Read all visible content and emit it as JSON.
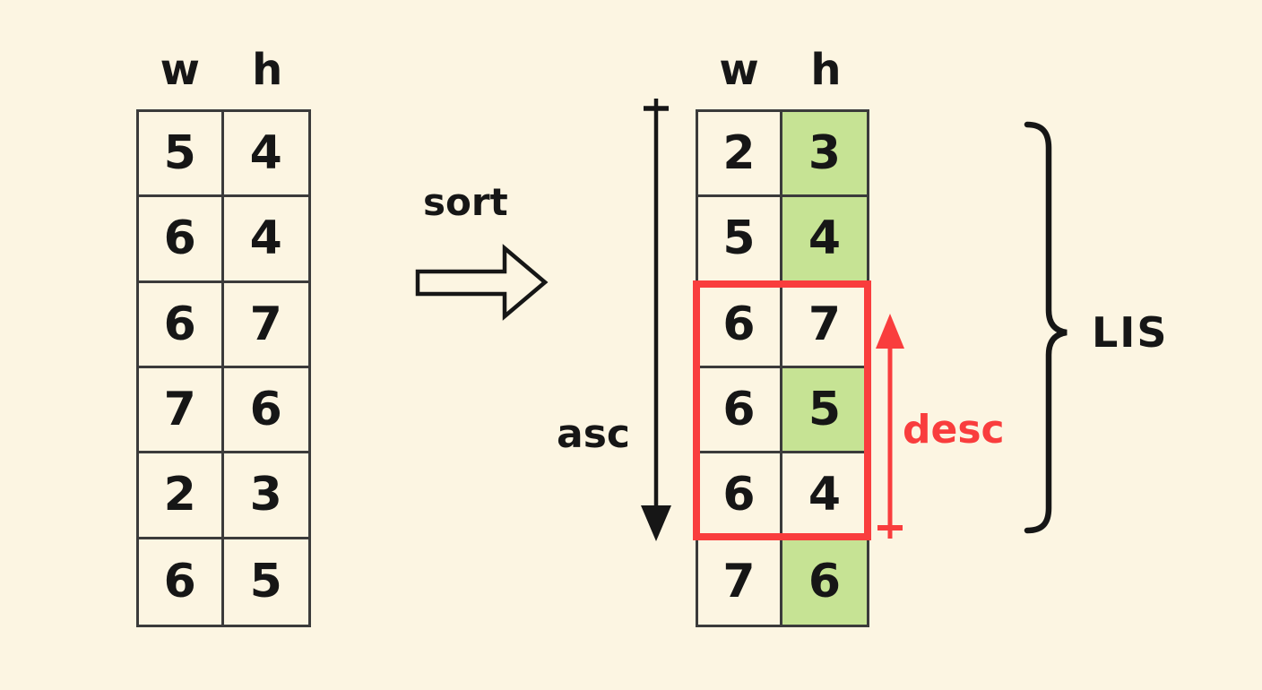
{
  "colors": {
    "background": "#fcf5e2",
    "highlight_green": "#c6e394",
    "accent_red": "#f93d3d",
    "table_border": "#3b3b3b",
    "text": "#161616"
  },
  "left_table": {
    "headers": [
      "w",
      "h"
    ],
    "rows": [
      [
        "5",
        "4"
      ],
      [
        "6",
        "4"
      ],
      [
        "6",
        "7"
      ],
      [
        "7",
        "6"
      ],
      [
        "2",
        "3"
      ],
      [
        "6",
        "5"
      ]
    ]
  },
  "sort": {
    "label": "sort"
  },
  "right_table": {
    "headers": [
      "w",
      "h"
    ],
    "rows": [
      {
        "w": "2",
        "h": "3",
        "h_state": "green"
      },
      {
        "w": "5",
        "h": "4",
        "h_state": "green"
      },
      {
        "w": "6",
        "h": "7",
        "h_state": "plain"
      },
      {
        "w": "6",
        "h": "5",
        "h_state": "green"
      },
      {
        "w": "6",
        "h": "4",
        "h_state": "plain"
      },
      {
        "w": "7",
        "h": "6",
        "h_state": "green"
      }
    ]
  },
  "annotations": {
    "asc_label": "asc",
    "desc_label": "desc",
    "lis_label": "LIS"
  },
  "icons": {
    "sort_arrow": "block-arrow-right",
    "asc_arrow": "arrow-down-with-tick-top",
    "desc_arrow": "arrow-up-with-tick-bottom",
    "lis_brace": "curly-brace-right",
    "red_group_box": "red-outline-rectangle"
  }
}
